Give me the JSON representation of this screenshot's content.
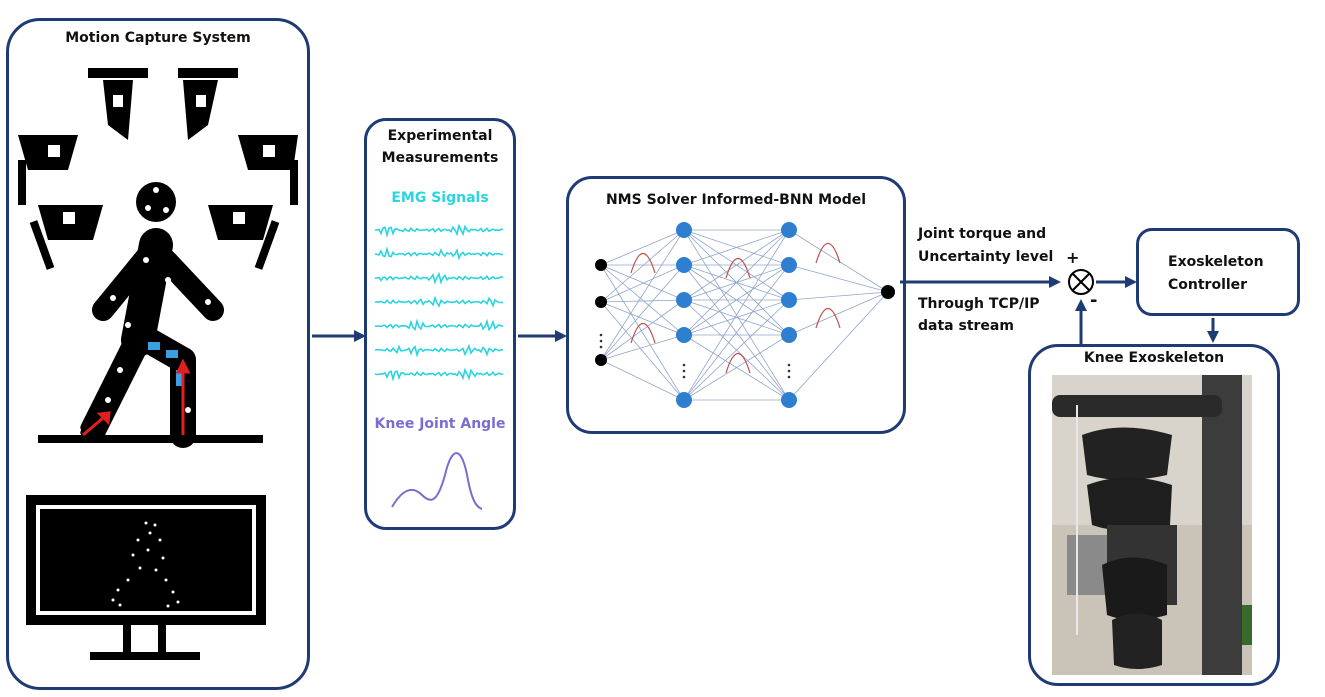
{
  "motion_capture": {
    "title": "Motion Capture System"
  },
  "measurements": {
    "title_line1": "Experimental",
    "title_line2": "Measurements",
    "emg_label": "EMG Signals",
    "knee_label": "Knee Joint Angle"
  },
  "model": {
    "title": "NMS Solver Informed-BNN Model"
  },
  "output": {
    "line1": "Joint torque and",
    "line2": "Uncertainty level",
    "line3": "Through TCP/IP",
    "line4": "data stream",
    "plus": "+",
    "minus": "-"
  },
  "controller": {
    "line1": "Exoskeleton",
    "line2": "Controller"
  },
  "exoskeleton": {
    "title": "Knee Exoskeleton"
  },
  "colors": {
    "border": "#1f3b73",
    "emg": "#2ad4e0",
    "knee": "#7b6cd1",
    "node": "#2e7fd0",
    "curve": "#c0504d",
    "marker_arrow": "#e02020"
  }
}
